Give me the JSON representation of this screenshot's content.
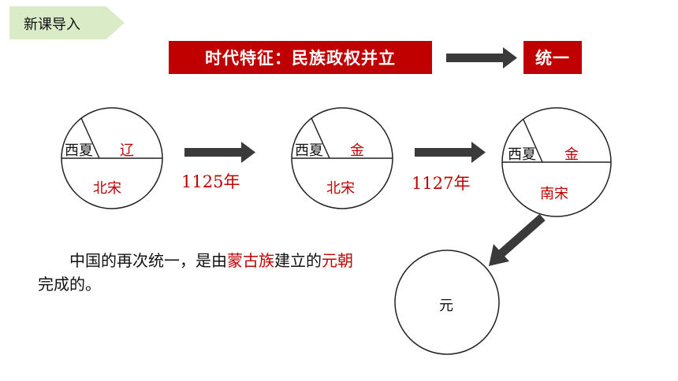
{
  "tag": {
    "label": "新课导入"
  },
  "header": {
    "era_feature": "时代特征：民族政权并立",
    "unification": "统一"
  },
  "diagrams": [
    {
      "west": "西夏",
      "north": "辽",
      "south": "北宋"
    },
    {
      "west": "西夏",
      "north": "金",
      "south": "北宋"
    },
    {
      "west": "西夏",
      "north": "金",
      "south": "南宋"
    }
  ],
  "transitions": {
    "year1": "1125年",
    "year2": "1127年"
  },
  "final": {
    "label": "元"
  },
  "paragraph": {
    "part1": "中国的再次统一，是由",
    "highlight1": "蒙古族",
    "part2": "建立的",
    "highlight2": "元朝",
    "part3": "完成的。"
  },
  "colors": {
    "accent": "#c00000",
    "tag_bg": "#d9ecc7",
    "arrow": "#3a3a3a"
  }
}
